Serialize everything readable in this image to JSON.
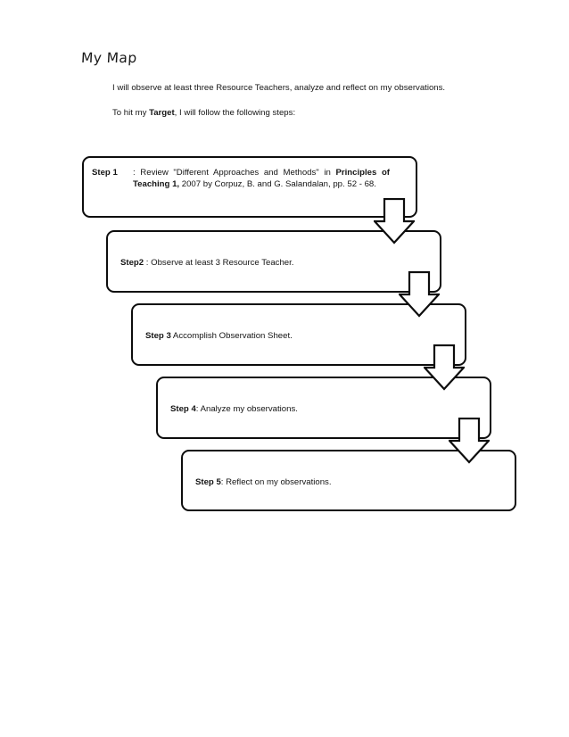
{
  "document": {
    "heading": "My Map",
    "paragraphs": [
      {
        "id": "intro",
        "text": "I will observe at least three Resource Teachers, analyze and reflect on my observations."
      },
      {
        "id": "target-line",
        "prefix": "To hit my ",
        "bold": "Target",
        "suffix": ", I will follow the following steps:"
      }
    ]
  },
  "flowchart": {
    "type": "vertical-cascade",
    "connector_icon": "down-block-arrow",
    "connector_count": 4,
    "steps": [
      {
        "number": 1,
        "label": "Step 1",
        "segments": [
          {
            "text": "Step",
            "bold": true
          },
          {
            "text": " 1 : Review \"Different Approaches and Methods\" in ",
            "bold": false
          },
          {
            "text": "Principles of Teaching 1,",
            "bold": true
          },
          {
            "text": " 2007 by Corpuz, B. and G. Salandalan, pp. 52 - 68.",
            "bold": false
          }
        ],
        "lines": [
          {
            "label_bold": "Step",
            "label_num": "1",
            "rest": ": Review    \"Different   Approaches   and"
          },
          {
            "rest_bold_pre": "Methods\" in ",
            "rest_bold": "Principles of Teaching 1,"
          },
          {
            "rest": "2007 by Corpuz, B. and G. Salandalan, pp. 52 -"
          },
          {
            "rest": "68."
          }
        ]
      },
      {
        "number": 2,
        "label": "Step2",
        "bold_label": "Step2",
        "body": " : Observe at least 3 Resource Teacher."
      },
      {
        "number": 3,
        "label": "Step 3",
        "bold_label": "Step 3",
        "body": " Accomplish Observation Sheet."
      },
      {
        "number": 4,
        "label": "Step 4",
        "bold_label": "Step 4",
        "body": ": Analyze my observations."
      },
      {
        "number": 5,
        "label": "Step 5",
        "bold_label": "Step 5",
        "body": ": Reflect on my observations."
      }
    ]
  },
  "colors": {
    "page_background": "#ffffff",
    "text": "#141414",
    "box_outline": "#0d0d0d",
    "arrow_fill": "#ffffff",
    "arrow_outline": "#0d0d0d"
  }
}
